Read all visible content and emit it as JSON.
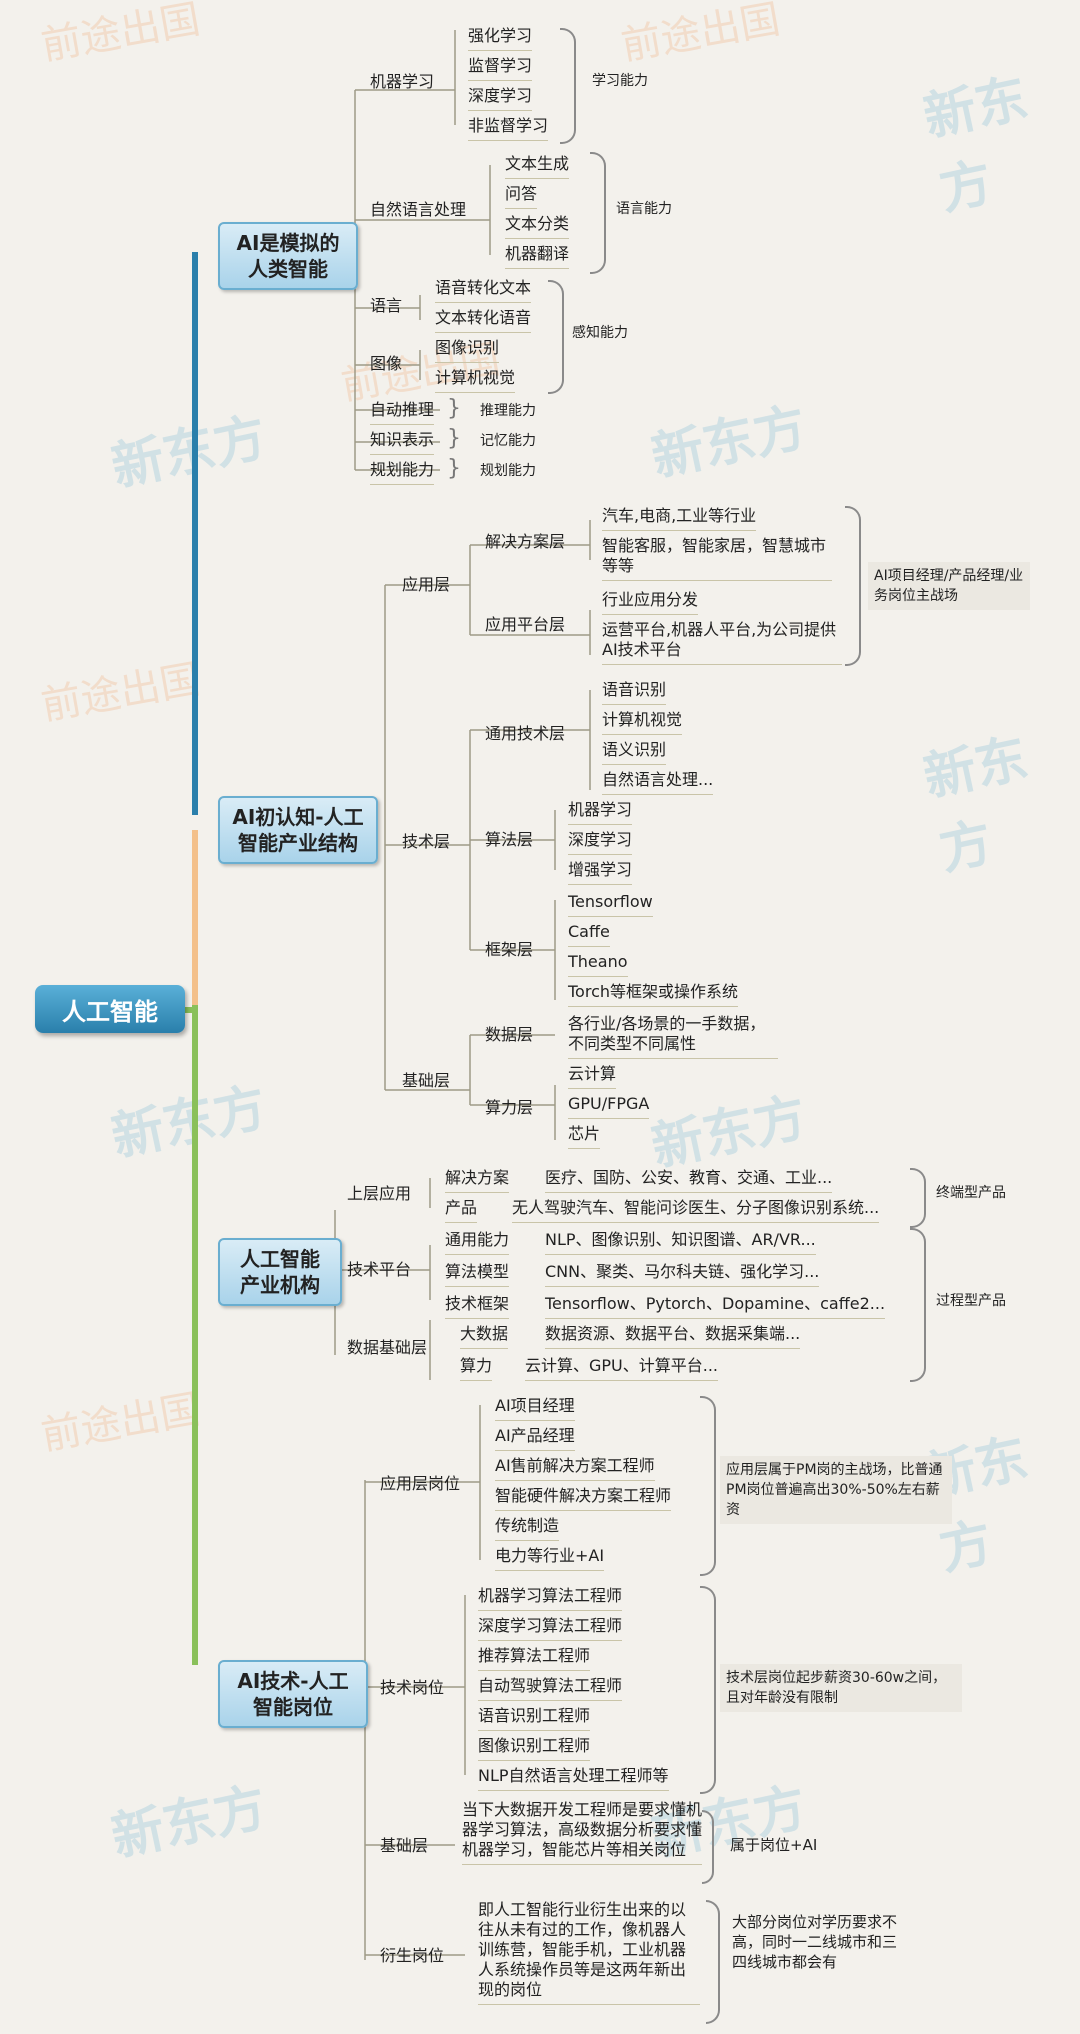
{
  "watermarks": {
    "a": "新东方",
    "b": "前途出国"
  },
  "root": "人工智能",
  "b1": {
    "title1": "AI是模拟的",
    "title2": "人类智能",
    "ml": "机器学习",
    "ml_items": [
      "强化学习",
      "监督学习",
      "深度学习",
      "非监督学习"
    ],
    "ml_note": "学习能力",
    "nlp": "自然语言处理",
    "nlp_items": [
      "文本生成",
      "问答",
      "文本分类",
      "机器翻译"
    ],
    "nlp_note": "语言能力",
    "lang": "语言",
    "lang_items": [
      "语音转化文本",
      "文本转化语音"
    ],
    "img": "图像",
    "img_items": [
      "图像识别",
      "计算机视觉"
    ],
    "perc_note": "感知能力",
    "reason": "自动推理",
    "reason_note": "推理能力",
    "know": "知识表示",
    "know_note": "记忆能力",
    "plan": "规划能力",
    "plan_note": "规划能力"
  },
  "b2": {
    "title1": "AI初认知-人工",
    "title2": "智能产业结构",
    "app": "应用层",
    "sol": "解决方案层",
    "sol_items": [
      "汽车,电商,工业等行业",
      "智能客服，智能家居，智慧城市等等"
    ],
    "plat": "应用平台层",
    "plat_items": [
      "行业应用分发",
      "运营平台,机器人平台,为公司提供AI技术平台"
    ],
    "app_note": "AI项目经理/产品经理/业务岗位主战场",
    "tech": "技术层",
    "gen": "通用技术层",
    "gen_items": [
      "语音识别",
      "计算机视觉",
      "语义识别",
      "自然语言处理..."
    ],
    "algo": "算法层",
    "algo_items": [
      "机器学习",
      "深度学习",
      "增强学习"
    ],
    "fw": "框架层",
    "fw_items": [
      "Tensorflow",
      "Caffe",
      "Theano",
      "Torch等框架或操作系统"
    ],
    "base": "基础层",
    "data": "数据层",
    "data_text": "各行业/各场景的一手数据，不同类型不同属性",
    "comp": "算力层",
    "comp_items": [
      "云计算",
      "GPU/FPGA",
      "芯片"
    ]
  },
  "b3": {
    "title1": "人工智能",
    "title2": "产业机构",
    "upper": "上层应用",
    "sol": "解决方案",
    "sol_text": "医疗、国防、公安、教育、交通、工业...",
    "prod": "产品",
    "prod_text": "无人驾驶汽车、智能问诊医生、分子图像识别系统...",
    "end_note": "终端型产品",
    "plat": "技术平台",
    "gen": "通用能力",
    "gen_text": "NLP、图像识别、知识图谱、AR/VR...",
    "algo": "算法模型",
    "algo_text": "CNN、聚类、马尔科夫链、强化学习...",
    "fw": "技术框架",
    "fw_text": "Tensorflow、Pytorch、Dopamine、caffe2...",
    "db": "数据基础层",
    "bigdata": "大数据",
    "bigdata_text": "数据资源、数据平台、数据采集端...",
    "cp": "算力",
    "cp_text": "云计算、GPU、计算平台...",
    "proc_note": "过程型产品"
  },
  "b4": {
    "title1": "AI技术-人工",
    "title2": "智能岗位",
    "app": "应用层岗位",
    "app_items": [
      "AI项目经理",
      "AI产品经理",
      "AI售前解决方案工程师",
      "智能硬件解决方案工程师",
      "传统制造",
      "电力等行业+AI"
    ],
    "app_note": "应用层属于PM岗的主战场，比普通PM岗位普遍高出30%-50%左右薪资",
    "tech": "技术岗位",
    "tech_items": [
      "机器学习算法工程师",
      "深度学习算法工程师",
      "推荐算法工程师",
      "自动驾驶算法工程师",
      "语音识别工程师",
      "图像识别工程师",
      "NLP自然语言处理工程师等"
    ],
    "tech_note": "技术层岗位起步薪资30-60w之间，且对年龄没有限制",
    "base": "基础层",
    "base_text": "当下大数据开发工程师是要求懂机器学习算法，高级数据分析要求懂机器学习，智能芯片等相关岗位",
    "base_note": "属于岗位+AI",
    "deriv": "衍生岗位",
    "deriv_text": "即人工智能行业衍生出来的以往从未有过的工作，像机器人训练营，智能手机，工业机器人系统操作员等是这两年新出现的岗位",
    "deriv_note": "大部分岗位对学历要求不高，同时一二线城市和三四线城市都会有"
  }
}
